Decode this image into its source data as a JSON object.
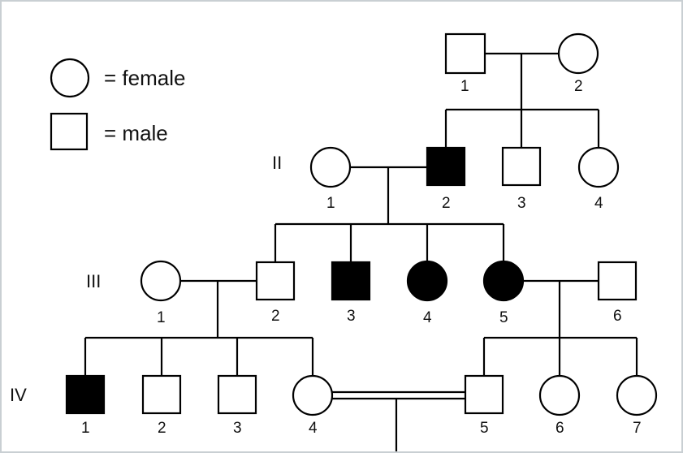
{
  "legend": {
    "female_text": "= female",
    "male_text": "= male"
  },
  "generations": [
    "II",
    "III",
    "IV"
  ],
  "individuals": {
    "I": [
      {
        "label": "1",
        "sex": "male",
        "affected": false
      },
      {
        "label": "2",
        "sex": "female",
        "affected": false
      }
    ],
    "II": [
      {
        "label": "1",
        "sex": "female",
        "affected": false
      },
      {
        "label": "2",
        "sex": "male",
        "affected": true
      },
      {
        "label": "3",
        "sex": "male",
        "affected": false
      },
      {
        "label": "4",
        "sex": "female",
        "affected": false
      }
    ],
    "III": [
      {
        "label": "1",
        "sex": "female",
        "affected": false
      },
      {
        "label": "2",
        "sex": "male",
        "affected": false
      },
      {
        "label": "3",
        "sex": "male",
        "affected": true
      },
      {
        "label": "4",
        "sex": "female",
        "affected": true
      },
      {
        "label": "5",
        "sex": "female",
        "affected": true
      },
      {
        "label": "6",
        "sex": "male",
        "affected": false
      }
    ],
    "IV": [
      {
        "label": "1",
        "sex": "male",
        "affected": true
      },
      {
        "label": "2",
        "sex": "male",
        "affected": false
      },
      {
        "label": "3",
        "sex": "male",
        "affected": false
      },
      {
        "label": "4",
        "sex": "female",
        "affected": false
      },
      {
        "label": "5",
        "sex": "male",
        "affected": false
      },
      {
        "label": "6",
        "sex": "female",
        "affected": false
      },
      {
        "label": "7",
        "sex": "female",
        "affected": false
      }
    ]
  },
  "colors": {
    "affected_fill": "#000000",
    "unaffected_fill": "#ffffff",
    "line": "#000000"
  }
}
